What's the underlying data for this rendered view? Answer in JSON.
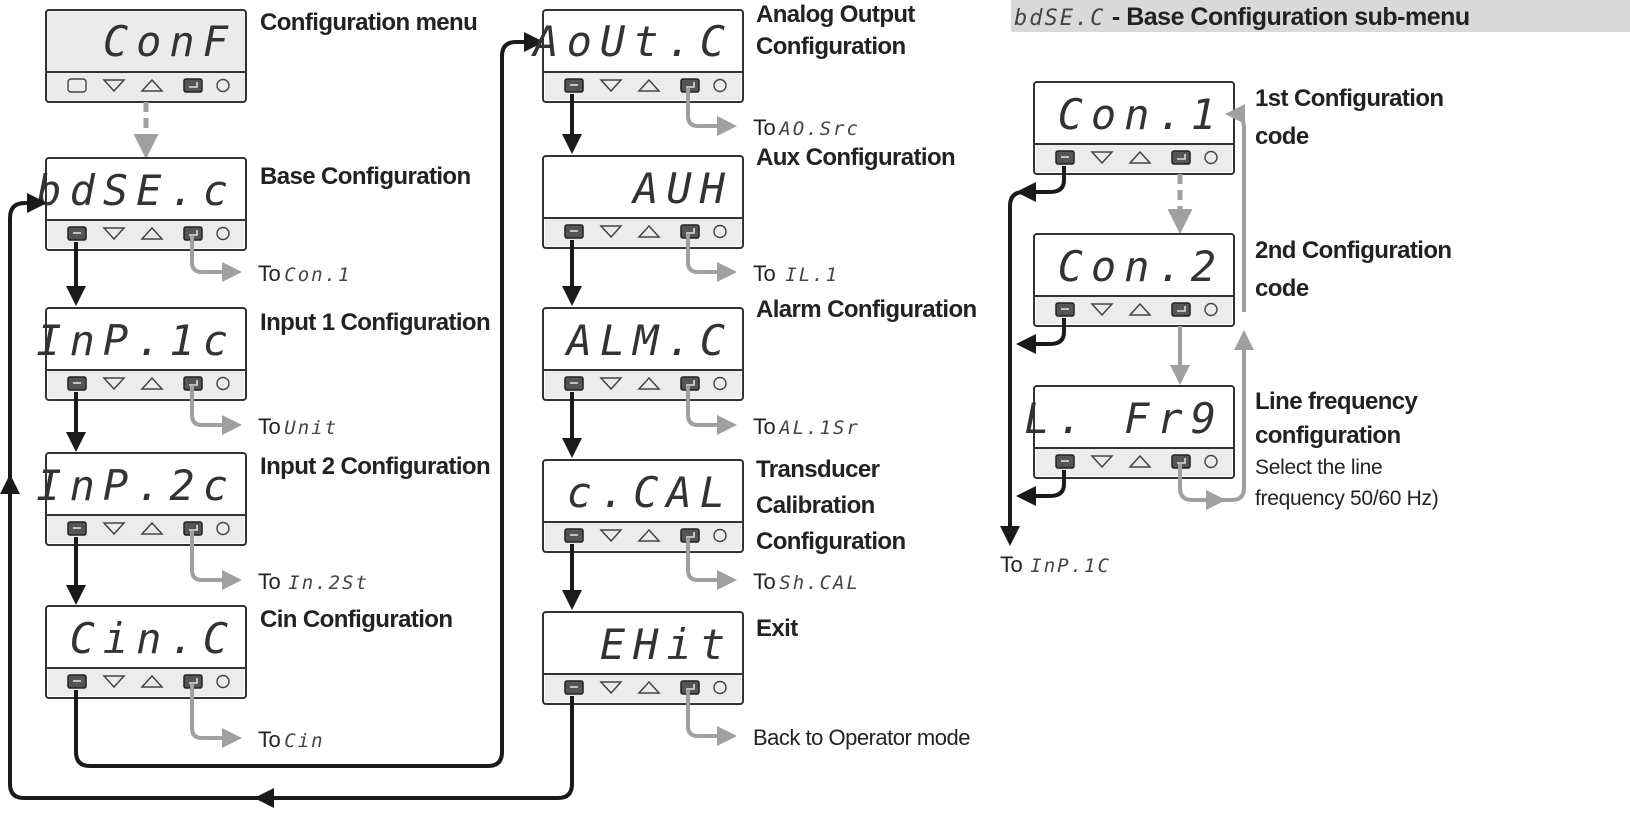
{
  "main": {
    "conf": {
      "display": "ConF",
      "label": "Configuration menu"
    },
    "base": {
      "display": "bdSE.c",
      "label": "Base Configuration",
      "to_prefix": "To",
      "to_code": "Con.1"
    },
    "inp1": {
      "display": "InP.1c",
      "label": "Input 1 Configuration",
      "to_prefix": "To",
      "to_code": "Unit"
    },
    "inp2": {
      "display": "InP.2c",
      "label": "Input 2 Configuration",
      "to_prefix": "To",
      "to_code": "In.2St"
    },
    "cin": {
      "display": "Cin.C",
      "label": "Cin Configuration",
      "to_prefix": "To",
      "to_code": "Cin"
    },
    "aout": {
      "display": "AoUt.C",
      "label_line1": "Analog Output",
      "label_line2": "Configuration",
      "to_prefix": "To",
      "to_code": "AO.Src"
    },
    "aux": {
      "display": "AUH",
      "label": "Aux Configuration",
      "to_prefix": "To",
      "to_code": "IL.1"
    },
    "alm": {
      "display": "ALM.C",
      "label": "Alarm Configuration",
      "to_prefix": "To",
      "to_code": "AL.1Sr"
    },
    "cal": {
      "display": "c.CAL",
      "label_line1": "Transducer",
      "label_line2": "Calibration",
      "label_line3": "Configuration",
      "to_prefix": "To",
      "to_code": "Sh.CAL"
    },
    "exit": {
      "display": "EHit",
      "label": "Exit",
      "back_text": "Back to Operator mode"
    }
  },
  "submenu": {
    "title_code": "bdSE.C",
    "title_text": " - Base Configuration sub-menu",
    "con1": {
      "display": "Con.1",
      "label_line1": "1st Configuration",
      "label_line2": "code"
    },
    "con2": {
      "display": "Con.2",
      "label_line1": "2nd Configuration",
      "label_line2": "code"
    },
    "lfrq": {
      "display": "L. Fr9",
      "label_line1": "Line frequency",
      "label_line2": "configuration",
      "desc_line1": "Select the line",
      "desc_line2": "frequency 50/60 Hz)"
    },
    "to_prefix": "To",
    "to_code": "InP.1C"
  },
  "colors": {
    "dark": "#1a1a1a",
    "gray": "#a0a0a0",
    "panel_border": "#333333",
    "header_bg": "#d9d9d9"
  }
}
